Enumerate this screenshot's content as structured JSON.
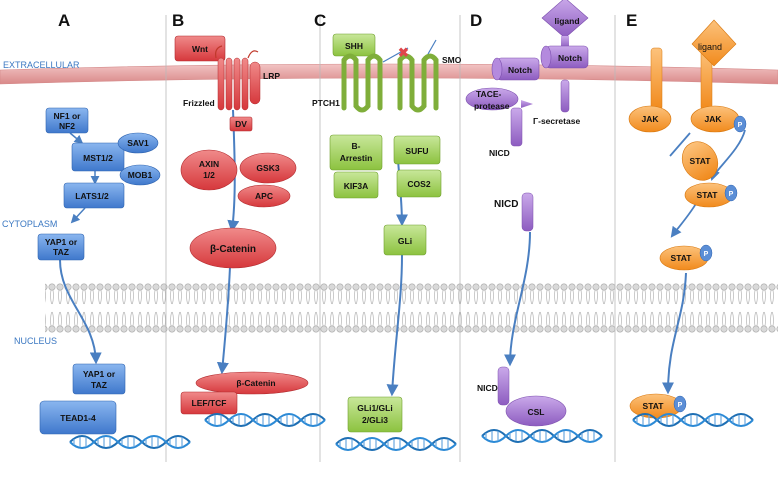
{
  "zones": {
    "extracellular": "EXTRACELLULAR",
    "cytoplasm": "CYTOPLASM",
    "nucleus": "NUCLEUS"
  },
  "panels": {
    "a": {
      "letter": "A",
      "nf": [
        "NF1 or",
        "NF2"
      ],
      "sav": "SAV1",
      "mst": "MST1/2",
      "mob": "MOB1",
      "lats": "LATS1/2",
      "yap_cyto": [
        "YAP1 or",
        "TAZ"
      ],
      "yap_nuc": [
        "YAP1 or",
        "TAZ"
      ],
      "tead": "TEAD1-4"
    },
    "b": {
      "letter": "B",
      "wnt": "Wnt",
      "lrp": "LRP",
      "frizzled": "Frizzled",
      "dv": "DV",
      "axin": [
        "AXIN",
        "1/2"
      ],
      "gsk": "GSK3",
      "apc": "APC",
      "bcat_cyto": "β-Catenin",
      "bcat_nuc": "β-Catenin",
      "lef": "LEF/TCF"
    },
    "c": {
      "letter": "C",
      "shh": "SHH",
      "smo": "SMO",
      "ptch": "PTCH1",
      "barr": [
        "B-",
        "Arrestin"
      ],
      "sufu": "SUFU",
      "kif": "KIF3A",
      "cos": "COS2",
      "gli": "GLi",
      "gli_nuc": [
        "GLi1/GLi",
        "2/GLi3"
      ]
    },
    "d": {
      "letter": "D",
      "ligand": "ligand",
      "notch1": "Notch",
      "notch2": "Notch",
      "tace": [
        "TACE-",
        "protease"
      ],
      "gsec": "Γ-secretase",
      "nicd_mem": "NICD",
      "nicd_cyto": "NICD",
      "nicd_nuc": "NICD",
      "csl": "CSL"
    },
    "e": {
      "letter": "E",
      "ligand": "ligand",
      "jak1": "JAK",
      "jak2": "JAK",
      "p": "P",
      "stat1": "STAT",
      "stat2": "STAT",
      "stat3": "STAT",
      "stat4": "STAT"
    }
  },
  "colors": {
    "blue": "#5b92dc",
    "red": "#e2585a",
    "green": "#a6d065",
    "purple": "#a97bd0",
    "orange": "#f7a446",
    "arrow": "#4a7fc1",
    "membrane": "#e4a2a2"
  }
}
